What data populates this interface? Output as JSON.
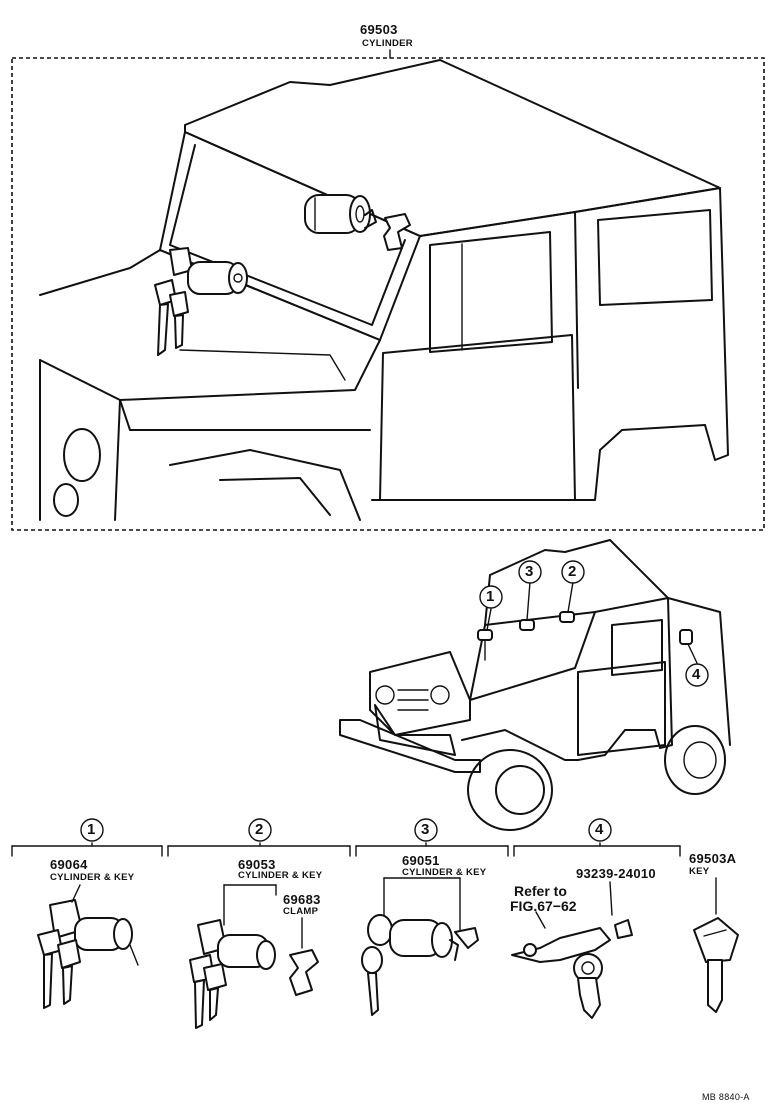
{
  "top": {
    "part_number": "69503",
    "part_name": "CYLINDER"
  },
  "callouts": [
    "1",
    "2",
    "3",
    "4"
  ],
  "groups": [
    {
      "index": "1",
      "part_number": "69064",
      "part_name": "CYLINDER & KEY"
    },
    {
      "index": "2",
      "part_number": "69053",
      "part_name": "CYLINDER & KEY",
      "sub_part_number": "69683",
      "sub_part_name": "CLAMP"
    },
    {
      "index": "3",
      "part_number": "69051",
      "part_name": "CYLINDER & KEY"
    },
    {
      "index": "4",
      "refer_line1": "Refer to",
      "refer_line2": "FIG.67−62",
      "sub_part_number": "93239-24010"
    }
  ],
  "key": {
    "part_number": "69503A",
    "part_name": "KEY"
  },
  "footer": {
    "code": "MB 8840-A"
  }
}
